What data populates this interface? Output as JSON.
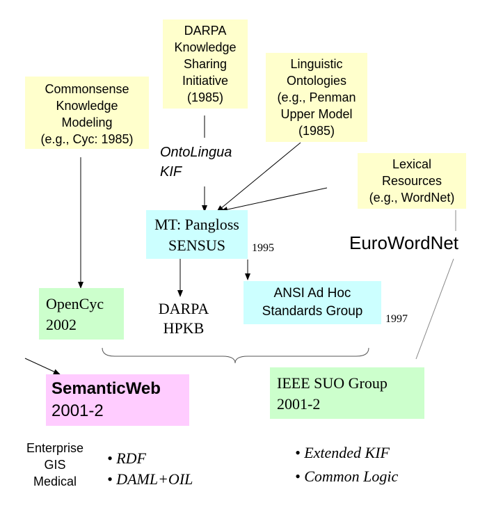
{
  "boxes": {
    "commonsense": [
      "Commonsense",
      "Knowledge",
      "Modeling",
      "(e.g., Cyc: 1985)"
    ],
    "darpa_ksi": [
      "DARPA",
      "Knowledge",
      "Sharing",
      "Initiative",
      "(1985)"
    ],
    "linguistic": [
      "Linguistic",
      "Ontologies",
      "(e.g., Penman",
      "Upper Model",
      "(1985)"
    ],
    "lexical": [
      "Lexical",
      "Resources",
      "(e.g., WordNet)"
    ],
    "pangloss": [
      "MT: Pangloss",
      "SENSUS"
    ],
    "opencyc": [
      "OpenCyc",
      "2002"
    ],
    "ansi": [
      "ANSI Ad Hoc",
      "Standards Group"
    ],
    "semanticweb": [
      "SemanticWeb",
      "2001-2"
    ],
    "ieee": [
      "IEEE SUO Group",
      "2001-2"
    ]
  },
  "labels": {
    "ontolingua": "OntoLingua",
    "kif": "KIF",
    "eurowordnet": "EuroWordNet",
    "year_1995": "1995",
    "year_1997": "1997",
    "darpa_hpkb": [
      "DARPA",
      "HPKB"
    ],
    "domains": [
      "Enterprise",
      "GIS",
      "Medical"
    ]
  },
  "bullets": {
    "semanticweb": [
      "• RDF",
      "• DAML+OIL"
    ],
    "ieee": [
      "• Extended KIF",
      "• Common Logic"
    ]
  },
  "colors": {
    "yellow": "#ffffcc",
    "cyan": "#ccffff",
    "green": "#ccffcc",
    "pink": "#ffccff"
  }
}
